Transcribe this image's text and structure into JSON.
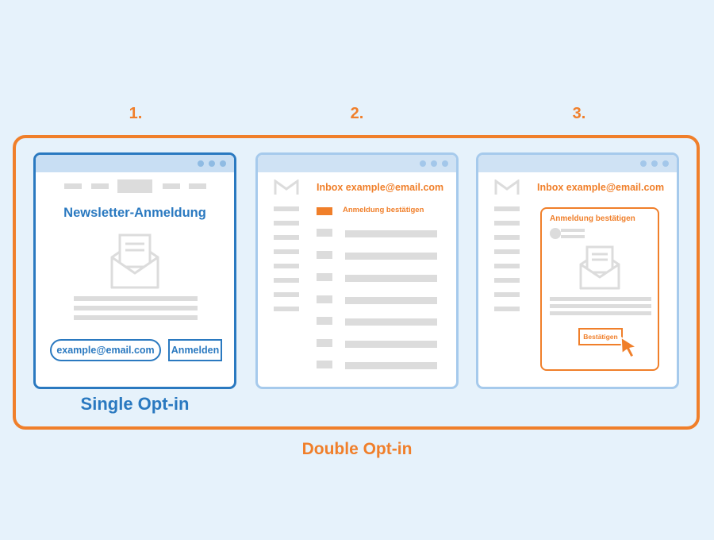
{
  "steps": [
    "1.",
    "2.",
    "3."
  ],
  "window_single": {
    "title": "Newsletter-Anmeldung",
    "email_value": "example@email.com",
    "submit_label": "Anmelden"
  },
  "window_inbox": {
    "inbox_label": "Inbox example@email.com",
    "highlight_row_label": "Anmeldung bestätigen"
  },
  "window_confirm": {
    "inbox_label": "Inbox example@email.com",
    "card_title": "Anmeldung bestätigen",
    "confirm_label": "Bestätigen"
  },
  "labels": {
    "single": "Single Opt-in",
    "double": "Double Opt-in"
  },
  "icons": [
    "envelope-icon",
    "gmail-logo-icon",
    "cursor-pointer-icon",
    "window-dots-icon"
  ],
  "colors": {
    "background": "#e6f2fb",
    "blue": "#2a79c0",
    "light_blue": "#a6caec",
    "orange": "#f07f2a",
    "placeholder_gray": "#dcdcdc"
  }
}
